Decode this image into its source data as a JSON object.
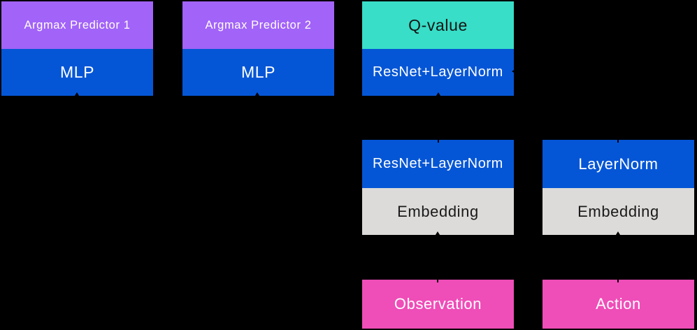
{
  "colors": {
    "background": "#000000",
    "argmax_head": "#A263F8",
    "network_blue": "#0556D6",
    "q_value_teal": "#38DEC7",
    "embedding_gray": "#DCDBD9",
    "input_pink": "#EF4DB8",
    "arrow": "#000000",
    "text_light": "#FFFFFF",
    "text_dark": "#141414"
  },
  "network": {
    "argmax1": {
      "head": "Argmax Predictor 1",
      "body": "MLP"
    },
    "argmax2": {
      "head": "Argmax Predictor 2",
      "body": "MLP"
    },
    "q_head": {
      "head": "Q-value",
      "body": "ResNet+LayerNorm"
    },
    "obs_encoder": {
      "head": "ResNet+LayerNorm",
      "body": "Embedding"
    },
    "act_encoder": {
      "head": "LayerNorm",
      "body": "Embedding"
    },
    "obs_input": {
      "label": "Observation"
    },
    "act_input": {
      "label": "Action"
    }
  }
}
